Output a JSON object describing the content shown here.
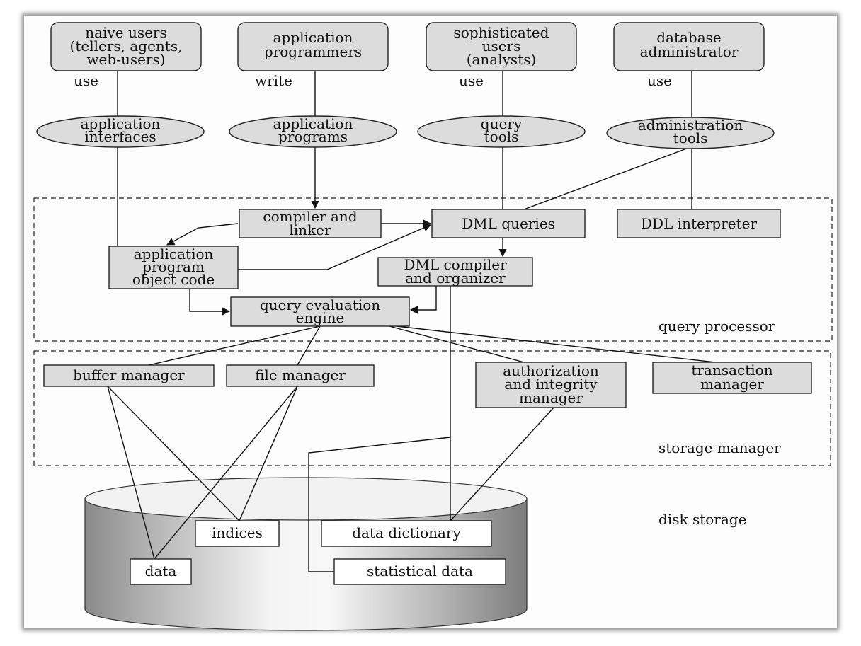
{
  "users": {
    "naive": [
      "naive users",
      "(tellers, agents,",
      "web-users)"
    ],
    "programmers": [
      "application",
      "programmers"
    ],
    "sophisticated": [
      "sophisticated",
      "users",
      "(analysts)"
    ],
    "dba": [
      "database",
      "administrator"
    ]
  },
  "actions": {
    "naive": "use",
    "programmers": "write",
    "sophisticated": "use",
    "dba": "use"
  },
  "tools": {
    "app_interfaces": [
      "application",
      "interfaces"
    ],
    "app_programs": [
      "application",
      "programs"
    ],
    "query_tools": [
      "query",
      "tools"
    ],
    "admin_tools": [
      "administration",
      "tools"
    ]
  },
  "query_processor": {
    "label": "query processor",
    "compiler": [
      "compiler and",
      "linker"
    ],
    "dml_queries": "DML queries",
    "ddl_interpreter": "DDL interpreter",
    "object_code": [
      "application",
      "program",
      "object code"
    ],
    "dml_compiler": [
      "DML compiler",
      "and organizer"
    ],
    "eval_engine": [
      "query evaluation",
      "engine"
    ]
  },
  "storage_manager": {
    "label": "storage manager",
    "buffer": "buffer manager",
    "file": "file manager",
    "auth": [
      "authorization",
      "and integrity",
      "manager"
    ],
    "transaction": [
      "transaction",
      "manager"
    ]
  },
  "disk_storage": {
    "label": "disk storage",
    "indices": "indices",
    "data_dictionary": "data dictionary",
    "data": "data",
    "statistical": "statistical data"
  }
}
